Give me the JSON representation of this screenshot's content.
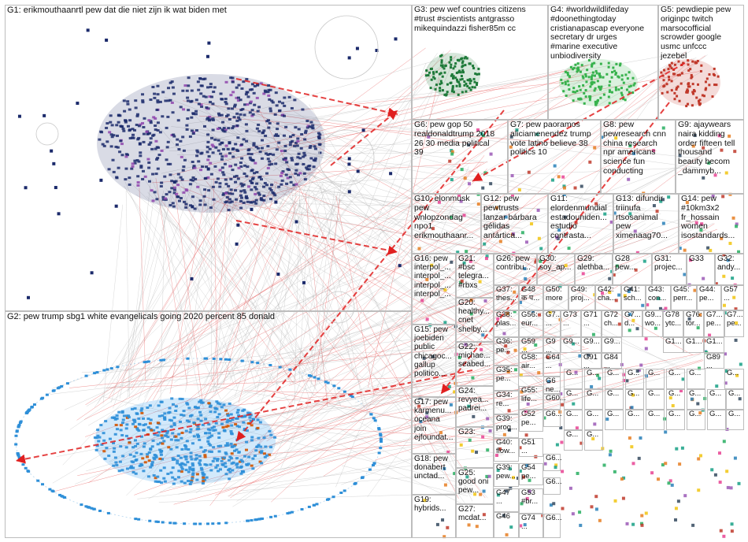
{
  "groups": [
    {
      "id": "G1",
      "label": "G1: erikmouthaanrtl pew dat die niet zijn ik wat biden met"
    },
    {
      "id": "G2",
      "label": "G2: pew trump sbg1 white evangelicals going 2020 percent 85 donald"
    },
    {
      "id": "G3",
      "label": "G3: pew wef countries citizens\n#trust #scientists antgrasso\nmikequindazzi fisher85m cc"
    },
    {
      "id": "G4",
      "label": "G4: #worldwildlifeday\n#doonethingtoday\ncristianapascap everyone\nsecretary dr urges\n#marine executive\nunbiodiversity"
    },
    {
      "id": "G5",
      "label": "G5: pewdiepie pew\noriginpc twitch\nmarsocofficial\nscrowder google\nusmc unfccc\njezebel"
    },
    {
      "id": "G6",
      "label": "G6: pew gop 50\nrealdonaldtrump 2018\n26 30 media political\n39"
    },
    {
      "id": "G7",
      "label": "G7: pew paoramos\naliciamenendez trump\nvote latino believe 38\npolitics 10"
    },
    {
      "id": "G8",
      "label": "G8: pew\npewresearch cnn\nchina research\nnpr americans\nscience fun\nconducting"
    },
    {
      "id": "G9",
      "label": "G9: ajaywears\nnaira kidding\norder fifteen tell\nthousand\nbeauty becom\n_dammyb..."
    },
    {
      "id": "G10",
      "label": "G10: elonmusk\npew\nwnlopzondag\nnpo1\nerikmouthaanr..."
    },
    {
      "id": "G12",
      "label": "G12: pew\npewtrusts\nlanzar bárbara\ngélidas\nantártica..."
    },
    {
      "id": "G11",
      "label": "G11:\nelordenmundial\nestadouniden...\nestudio\ncontrasta..."
    },
    {
      "id": "G13",
      "label": "G13: difundir\ntriinufa\nrtsosanimal\npew\nximenaag70..."
    },
    {
      "id": "G14",
      "label": "G14: pew\n#10km3x2\nfr_hossain\nwomen\nisostandards..."
    },
    {
      "id": "G16",
      "label": "G16: pew\ninterpol_...\ninterpol_...\ninterpol_...\ninterpol_..."
    },
    {
      "id": "G21",
      "label": "G21:\n#bsc\ntelegra...\n#rbxs"
    },
    {
      "id": "G20",
      "label": "G20:\nhealthy...\ncnet\nshelby..."
    },
    {
      "id": "G15",
      "label": "G15: pew\njoebiden\npublic\nchicagoc...\ngallup\npolitico..."
    },
    {
      "id": "G22",
      "label": "G22:\nmichae...\nseabed..."
    },
    {
      "id": "G17",
      "label": "G17: pew\nkarmenu...\noceana\njoin\nejfoundat..."
    },
    {
      "id": "G24",
      "label": "G24:\nrevyea...\npadrei..."
    },
    {
      "id": "G18",
      "label": "G18: pew\ndonabert\nunctad..."
    },
    {
      "id": "G23",
      "label": "G23:"
    },
    {
      "id": "G25",
      "label": "G25:\ngood oni\npew..."
    },
    {
      "id": "G19",
      "label": "G19:\nhybrids..."
    },
    {
      "id": "G27",
      "label": "G27:\nmcdat..."
    },
    {
      "id": "G26",
      "label": "G26: pew\ncontribu..."
    },
    {
      "id": "G30",
      "label": "G30:\nsoy_ap..."
    },
    {
      "id": "G29",
      "label": "G29:\nalethba..."
    },
    {
      "id": "G28",
      "label": "G28\npew..."
    },
    {
      "id": "G31",
      "label": "G31:\nprojec..."
    },
    {
      "id": "G33",
      "label": "G33"
    },
    {
      "id": "G32",
      "label": "G32:\nandy..."
    },
    {
      "id": "G37",
      "label": "G37:\nthes..."
    },
    {
      "id": "G48",
      "label": "G48\nक प..."
    },
    {
      "id": "G50",
      "label": "G50:\nmore"
    },
    {
      "id": "G49",
      "label": "G49:\nproj..."
    },
    {
      "id": "G42",
      "label": "G42:\ncha..."
    },
    {
      "id": "G41",
      "label": "G41:\nsch..."
    },
    {
      "id": "G43",
      "label": "G43:\ncon..."
    },
    {
      "id": "G45",
      "label": "G45:\nperr..."
    },
    {
      "id": "G44",
      "label": "G44:\npe..."
    },
    {
      "id": "G57",
      "label": "G57\n..."
    },
    {
      "id": "G38",
      "label": "G38:\nplas..."
    },
    {
      "id": "G56",
      "label": "G56:\neur..."
    },
    {
      "id": "G7b",
      "label": "G7...\n..."
    },
    {
      "id": "G73",
      "label": "G73\n..."
    },
    {
      "id": "G71",
      "label": "G71\n..."
    },
    {
      "id": "G72",
      "label": "G72\nch..."
    },
    {
      "id": "G6b",
      "label": "G7...\nd..."
    },
    {
      "id": "G9b",
      "label": "G9...\nwo..."
    },
    {
      "id": "G78",
      "label": "G78\nytc..."
    },
    {
      "id": "G76",
      "label": "G76:\ntor..."
    },
    {
      "id": "G7c",
      "label": "G7...\npe..."
    },
    {
      "id": "G7d",
      "label": "G7...\npe..."
    },
    {
      "id": "G36",
      "label": "G36:\npe..."
    },
    {
      "id": "G59",
      "label": "G59\n..."
    },
    {
      "id": "G9c",
      "label": "G9\n..."
    },
    {
      "id": "G9d",
      "label": "G9..."
    },
    {
      "id": "G9e",
      "label": "G9..."
    },
    {
      "id": "G9f",
      "label": "G9..."
    },
    {
      "id": "G1x",
      "label": "G1..."
    },
    {
      "id": "G1y",
      "label": "G1..."
    },
    {
      "id": "G1z",
      "label": "G1..."
    },
    {
      "id": "G35",
      "label": "G35:\npe..."
    },
    {
      "id": "G58",
      "label": "G58:\nair..."
    },
    {
      "id": "G64",
      "label": "G64\n..."
    },
    {
      "id": "G91",
      "label": "G91\n..."
    },
    {
      "id": "G84",
      "label": "G84\n..."
    },
    {
      "id": "G89",
      "label": "G89\n..."
    },
    {
      "id": "G34",
      "label": "G34:\nre..."
    },
    {
      "id": "G6c",
      "label": "G6\nne..."
    },
    {
      "id": "G55",
      "label": "G55:\nlife..."
    },
    {
      "id": "G60",
      "label": "G60..."
    },
    {
      "id": "G39",
      "label": "G39:\nprog..."
    },
    {
      "id": "G6d",
      "label": "G6..."
    },
    {
      "id": "G52",
      "label": "G52\npe..."
    },
    {
      "id": "G40",
      "label": "G40:\nflow..."
    },
    {
      "id": "G51",
      "label": "G51\n..."
    },
    {
      "id": "G39b",
      "label": "G39:\npew..."
    },
    {
      "id": "G54",
      "label": "G54\npe..."
    },
    {
      "id": "G6e",
      "label": "G6..."
    },
    {
      "id": "G47",
      "label": "G47\n..."
    },
    {
      "id": "G53",
      "label": "G53\n#br..."
    },
    {
      "id": "G6f",
      "label": "G6..."
    },
    {
      "id": "G46",
      "label": "G46"
    },
    {
      "id": "G74",
      "label": "G74\n..."
    },
    {
      "id": "G6g",
      "label": "G6..."
    },
    {
      "id": "Gsm1",
      "label": "G..."
    },
    {
      "id": "Gsm2",
      "label": "G..."
    },
    {
      "id": "Gsm3",
      "label": "G..."
    },
    {
      "id": "Gsm4",
      "label": "G..."
    },
    {
      "id": "Gsm5",
      "label": "G..."
    },
    {
      "id": "Gsm6",
      "label": "G..."
    },
    {
      "id": "Gsm7",
      "label": "G..."
    },
    {
      "id": "Gsm8",
      "label": "G..."
    },
    {
      "id": "Gsm9",
      "label": "G..."
    },
    {
      "id": "Gsm10",
      "label": "G..."
    },
    {
      "id": "Gsm11",
      "label": "G..."
    },
    {
      "id": "Gsm12",
      "label": "G..."
    },
    {
      "id": "Gsm13",
      "label": "G..."
    },
    {
      "id": "Gsm14",
      "label": "G..."
    },
    {
      "id": "Gsm15",
      "label": "G..."
    },
    {
      "id": "Gsm16",
      "label": "G..."
    },
    {
      "id": "Gsm17",
      "label": "G..."
    },
    {
      "id": "Gsm18",
      "label": "G..."
    },
    {
      "id": "Gsm19",
      "label": "G..."
    },
    {
      "id": "Gsm20",
      "label": "G..."
    },
    {
      "id": "Gsm21",
      "label": "G..."
    },
    {
      "id": "Gsm22",
      "label": "G..."
    },
    {
      "id": "Gsm23",
      "label": "G..."
    },
    {
      "id": "Gsm24",
      "label": "G..."
    },
    {
      "id": "Gsm25",
      "label": "G..."
    },
    {
      "id": "Gsm26",
      "label": "G..."
    },
    {
      "id": "Gsm27",
      "label": "G..."
    },
    {
      "id": "Gsm28",
      "label": "G..."
    }
  ],
  "colors": {
    "edge": "#b0b0b0",
    "edge_red": "#e23b3b",
    "arrow_red": "#e02020",
    "box_border": "#bdbdbd",
    "g1_node": "#1b2a6b",
    "g2_node": "#2e8fd8",
    "g3_node": "#1f7a3a",
    "g4_node": "#37b24d",
    "g5_node": "#c0392b"
  }
}
